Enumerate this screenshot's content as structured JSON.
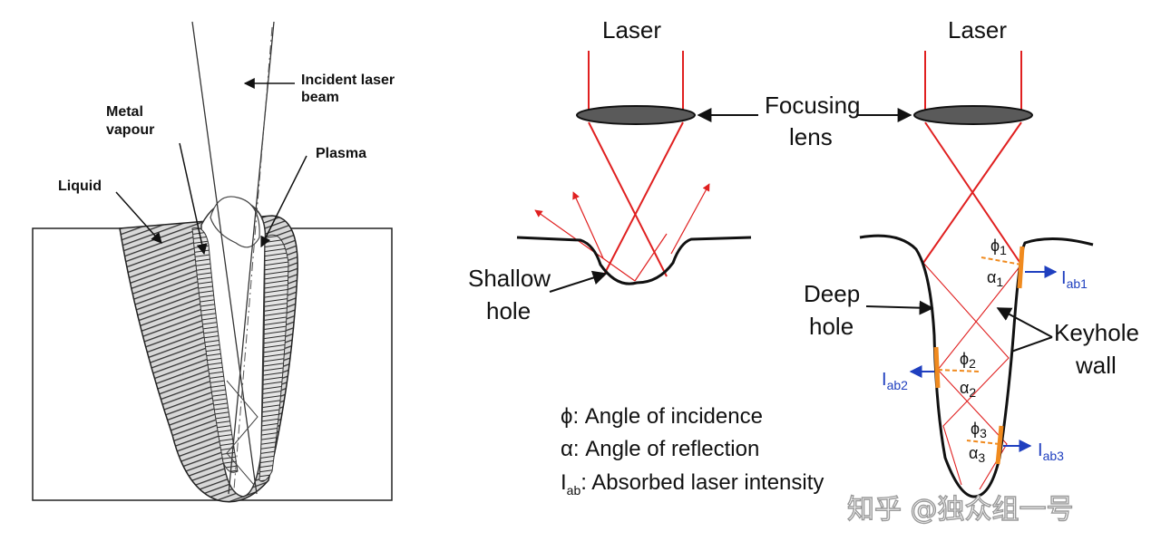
{
  "left_panel": {
    "incident_beam": [
      "Incident  laser",
      "beam"
    ],
    "metal_vapour": [
      "Metal",
      "vapour"
    ],
    "plasma": "Plasma",
    "liquid": "Liquid"
  },
  "middle_panel": {
    "laser": "Laser",
    "focusing_lens": [
      "Focusing",
      "lens"
    ],
    "shallow_hole": [
      "Shallow",
      "hole"
    ]
  },
  "right_panel": {
    "laser": "Laser",
    "deep_hole": [
      "Deep",
      "hole"
    ],
    "keyhole_wall": [
      "Keyhole",
      "wall"
    ],
    "phi": [
      "ϕ",
      "1",
      "2",
      "3"
    ],
    "alpha": [
      "α",
      "1",
      "2",
      "3"
    ],
    "absorbed": {
      "base": "I",
      "subs": [
        "ab1",
        "ab2",
        "ab3"
      ]
    }
  },
  "legend": {
    "phi_symbol": "ϕ",
    "phi_text": ": Angle of incidence",
    "alpha_symbol": "α",
    "alpha_text": ": Angle of reflection",
    "iab_base": "I",
    "iab_sub": "ab",
    "iab_text": ": Absorbed laser intensity"
  },
  "watermark": "知乎 @独众组一号",
  "colors": {
    "laser": "#e02020",
    "absorbed": "#1f3fbf",
    "wall_spot": "#f08a1e",
    "lens": "#5a5a5a"
  }
}
